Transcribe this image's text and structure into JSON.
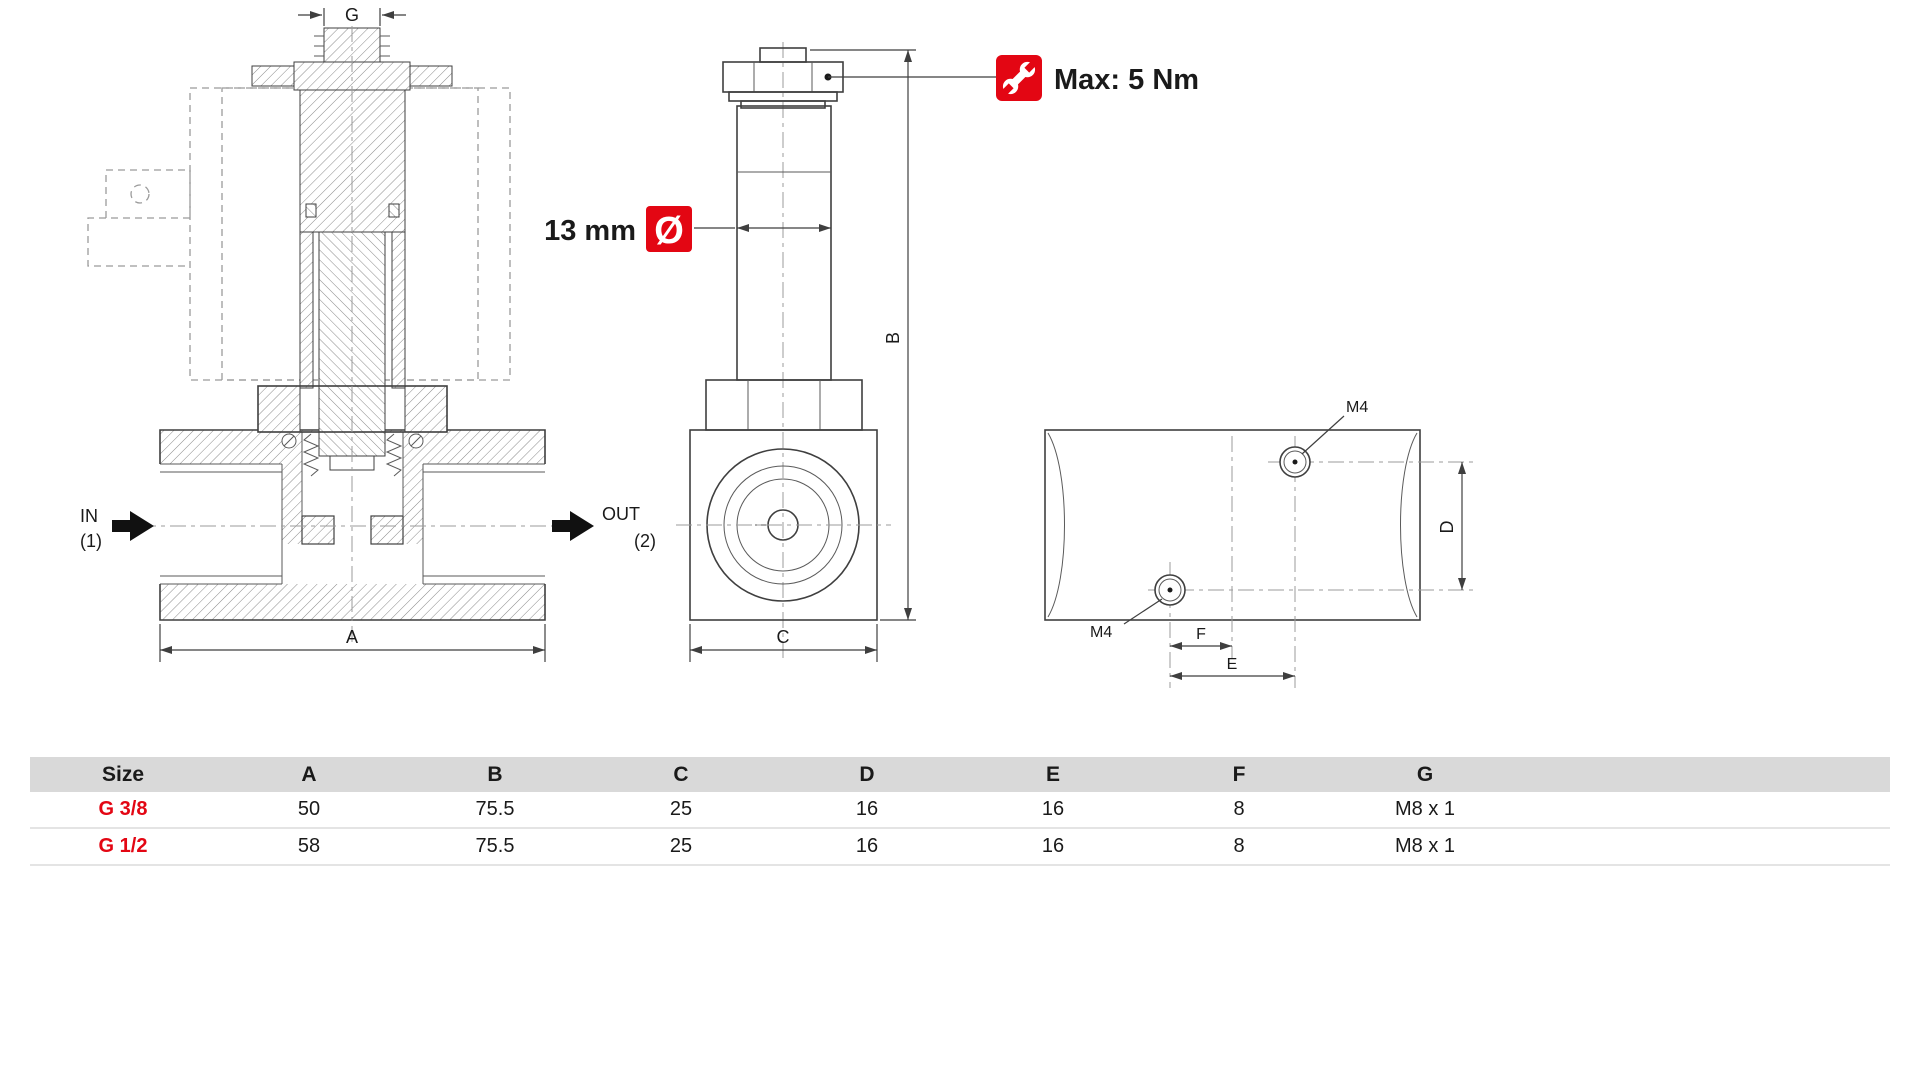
{
  "colors": {
    "accent_red": "#e30613",
    "line_dark": "#3f3f3f",
    "table_header_bg": "#d9d9d9"
  },
  "drawing": {
    "section_view": {
      "dim_g": "G",
      "dim_a": "A",
      "in_label": "IN",
      "in_port": "(1)",
      "out_label": "OUT",
      "out_port": "(2)"
    },
    "front_view": {
      "torque_note": "Max: 5 Nm",
      "diameter_value": "13 mm",
      "diameter_symbol": "Ø",
      "dim_b": "B",
      "dim_c": "C"
    },
    "bottom_view": {
      "thread_top": "M4",
      "thread_bottom": "M4",
      "dim_d": "D",
      "dim_e": "E",
      "dim_f": "F"
    }
  },
  "table": {
    "headers": [
      "Size",
      "A",
      "B",
      "C",
      "D",
      "E",
      "F",
      "G"
    ],
    "rows": [
      {
        "size": "G 3/8",
        "values": [
          "50",
          "75.5",
          "25",
          "16",
          "16",
          "8",
          "M8 x 1"
        ]
      },
      {
        "size": "G 1/2",
        "values": [
          "58",
          "75.5",
          "25",
          "16",
          "16",
          "8",
          "M8 x 1"
        ]
      }
    ]
  }
}
